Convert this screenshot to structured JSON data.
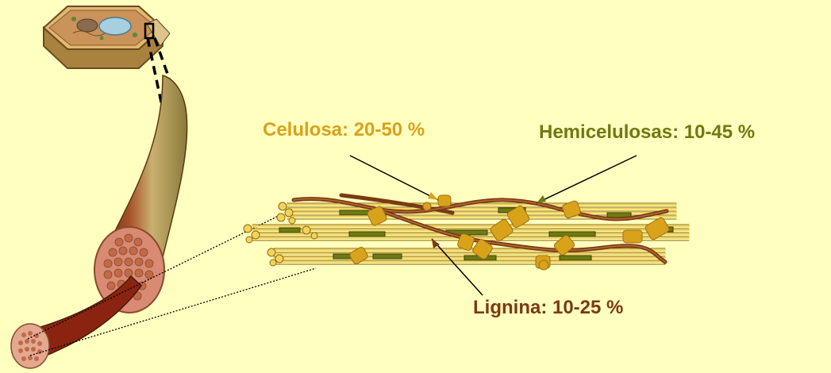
{
  "labels": {
    "celulosa": "Celulosa: 20-50 %",
    "hemicelulosas": "Hemicelulosas: 10-45 %",
    "lignina": "Lignina: 10-25 %"
  },
  "colors": {
    "background": "#FFFFBF",
    "celulosa": "#D9A21B",
    "hemicelulosas": "#6E7A12",
    "lignina": "#7A3A14"
  }
}
